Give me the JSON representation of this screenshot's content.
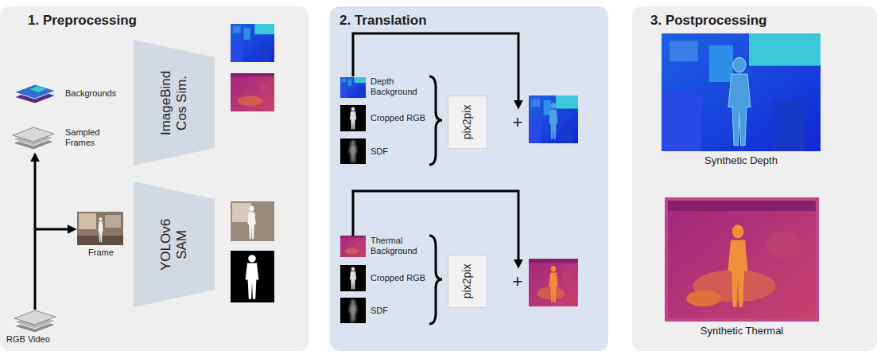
{
  "diagram": {
    "nodes": [
      {
        "text": [
          "1. Preprocessing"
        ]
      },
      {
        "text": [
          "ImageBind Cos Sim."
        ],
        "in": 0
      },
      {
        "text": [
          "YOLOv6 SAM"
        ],
        "in": 0
      },
      {
        "text": [
          "2. Translation"
        ]
      },
      {
        "text": [
          "pix2pix"
        ],
        "in": 3
      },
      {
        "text": [
          "pix2pix"
        ],
        "in": 3
      },
      {
        "text": [
          "3. Postprocessing"
        ]
      }
    ],
    "labels": [
      "Backgrounds",
      "Sampled Frames",
      "Frame",
      "RGB Video",
      "Depth Background",
      "Cropped RGB",
      "SDF",
      "+",
      "Thermal Background",
      "Cropped RGB",
      "SDF",
      "+",
      "Synthetic Depth",
      "Synthetic Thermal"
    ]
  }
}
